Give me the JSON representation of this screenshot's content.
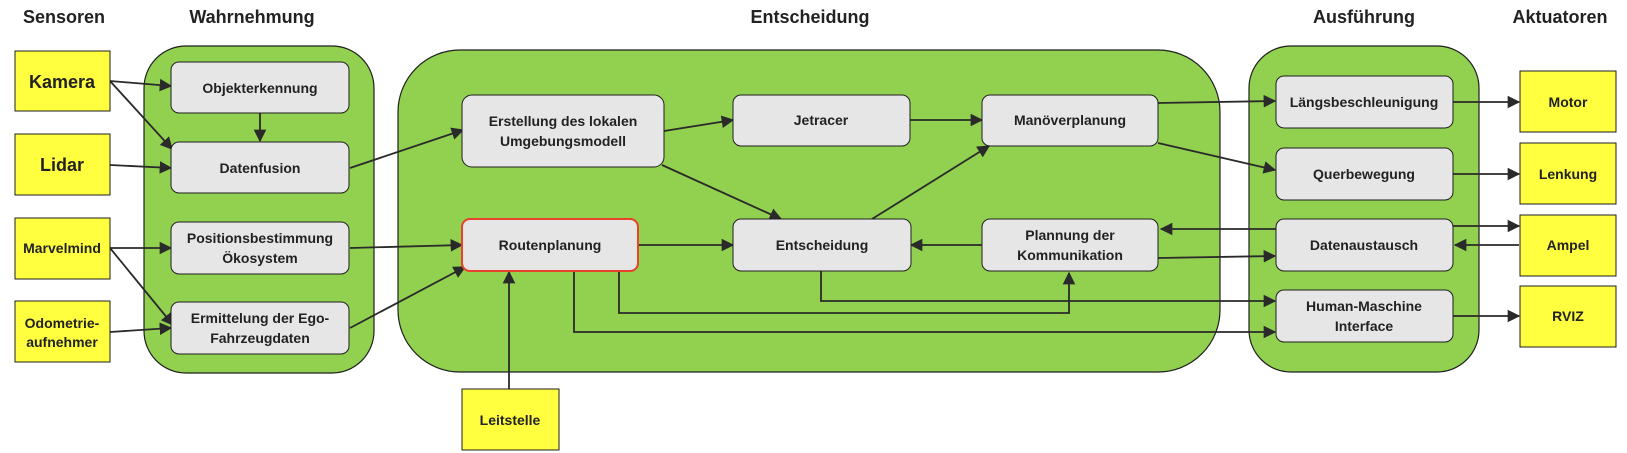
{
  "columns": {
    "sensors": "Sensoren",
    "perception": "Wahrnehmung",
    "decision": "Entscheidung",
    "execution": "Ausführung",
    "actuators": "Aktuatoren"
  },
  "sensors": {
    "kamera": "Kamera",
    "lidar": "Lidar",
    "marvelmind": "Marvelmind",
    "odometrie": [
      "Odometrie-",
      "aufnehmer"
    ]
  },
  "perception": {
    "objekterkennung": "Objekterkennung",
    "datenfusion": "Datenfusion",
    "positionsbestimmung": [
      "Positionsbestimmung",
      "Ökosystem"
    ],
    "ego": [
      "Ermittelung der Ego-",
      "Fahrzeugdaten"
    ]
  },
  "decision": {
    "umgebungsmodell": [
      "Erstellung des lokalen",
      "Umgebungsmodell"
    ],
    "jetracer": "Jetracer",
    "manoever": "Manöverplanung",
    "routenplanung": "Routenplanung",
    "entscheidung": "Entscheidung",
    "kommunikation": [
      "Plannung der",
      "Kommunikation"
    ]
  },
  "execution": {
    "laengs": "Längsbeschleunigung",
    "quer": "Querbewegung",
    "datenaustausch": "Datenaustausch",
    "hmi": [
      "Human-Maschine",
      "Interface"
    ]
  },
  "actuators": {
    "motor": "Motor",
    "lenkung": "Lenkung",
    "ampel": "Ampel",
    "rviz": "RVIZ"
  },
  "external": {
    "leitstelle": "Leitstelle"
  },
  "colors": {
    "group_fill": "#92d050",
    "sensor_fill": "#ffff40",
    "process_fill": "#e6e6e6",
    "highlight_border": "#e8412c"
  }
}
